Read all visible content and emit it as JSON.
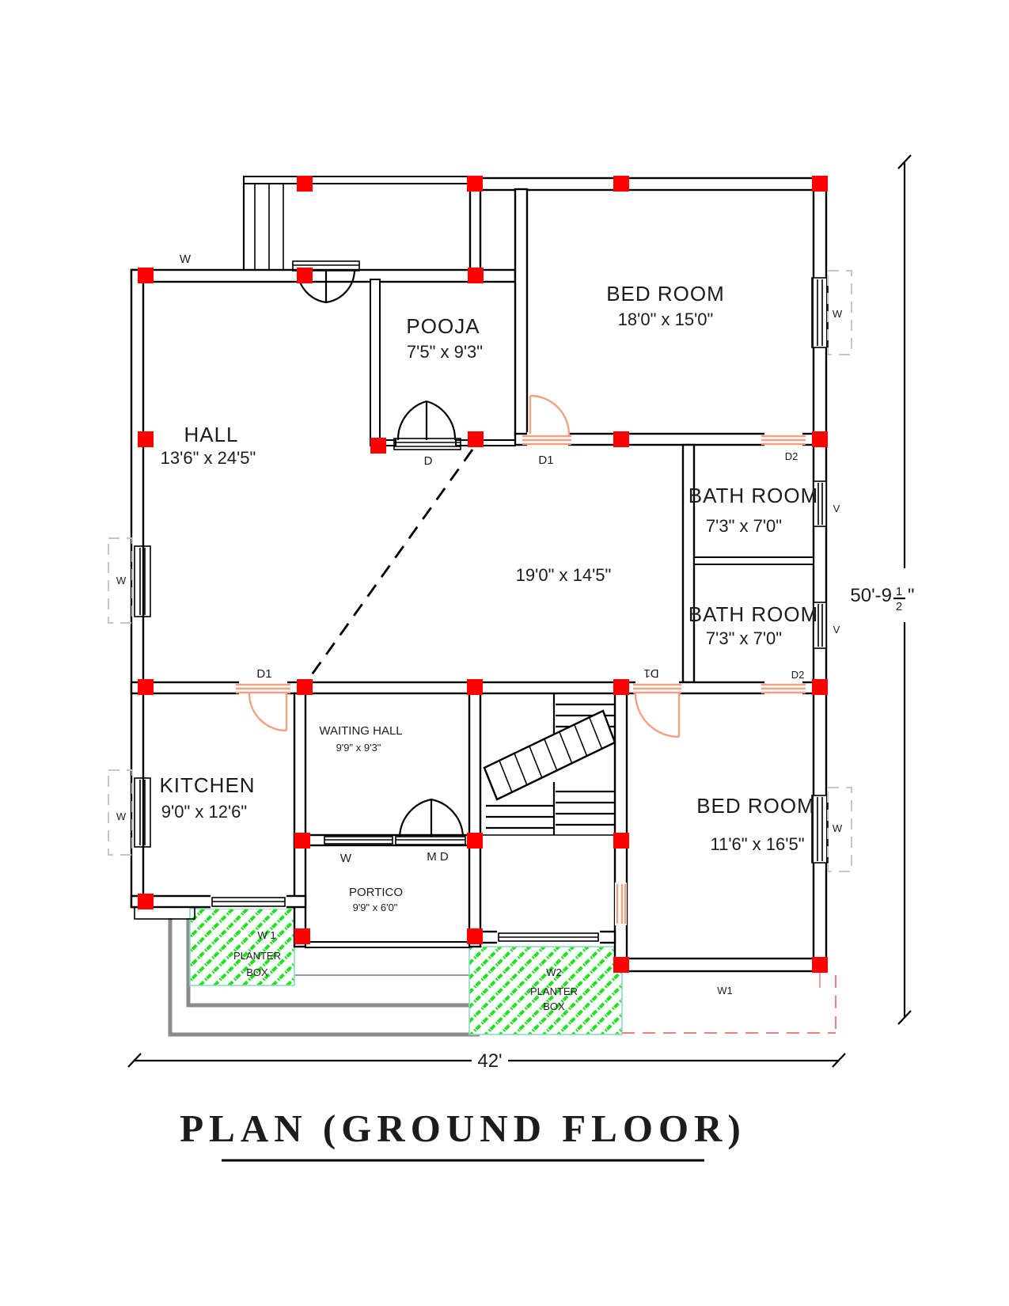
{
  "title": "PLAN  (GROUND  FLOOR)",
  "dimensions": {
    "overall_width": "42'",
    "height_main": "50'-9",
    "height_frac_num": "1",
    "height_frac_den": "2",
    "height_suffix": "\""
  },
  "rooms": {
    "hall": {
      "name": "HALL",
      "size": "13'6\" x 24'5\""
    },
    "pooja": {
      "name": "POOJA",
      "size": "7'5\" x 9'3\""
    },
    "bedroom_top": {
      "name": "BED ROOM",
      "size": "18'0\" x 15'0\""
    },
    "bathroom_1": {
      "name": "BATH ROOM",
      "size": "7'3\" x 7'0\""
    },
    "bathroom_2": {
      "name": "BATH ROOM",
      "size": "7'3\" x 7'0\""
    },
    "central_space": {
      "size": "19'0\" x 14'5\""
    },
    "kitchen": {
      "name": "KITCHEN",
      "size": "9'0\" x 12'6\""
    },
    "waiting_hall": {
      "name": "WAITING HALL",
      "size": "9'9\" x 9'3\""
    },
    "portico": {
      "name": "PORTICO",
      "size": "9'9\" x 6'0\""
    },
    "bedroom_bottom": {
      "name": "BED ROOM",
      "size": "11'6\" x 16'5\""
    },
    "planter_left": {
      "label": "W 1",
      "line1": "PLANTER",
      "line2": "BOX"
    },
    "planter_right": {
      "label": "W2",
      "line1": "PLANTER",
      "line2": "BOX"
    }
  },
  "openings": {
    "w": "W",
    "w1": "W1",
    "w2": "W2",
    "d": "D",
    "d1": "D1",
    "d2": "D2",
    "v": "V",
    "md": "M D"
  },
  "colors": {
    "column_red": "#FE0000",
    "door_salmon": "#F1A184",
    "planter_green": "#1DE21D",
    "step_gray": "#8C8C8C"
  }
}
